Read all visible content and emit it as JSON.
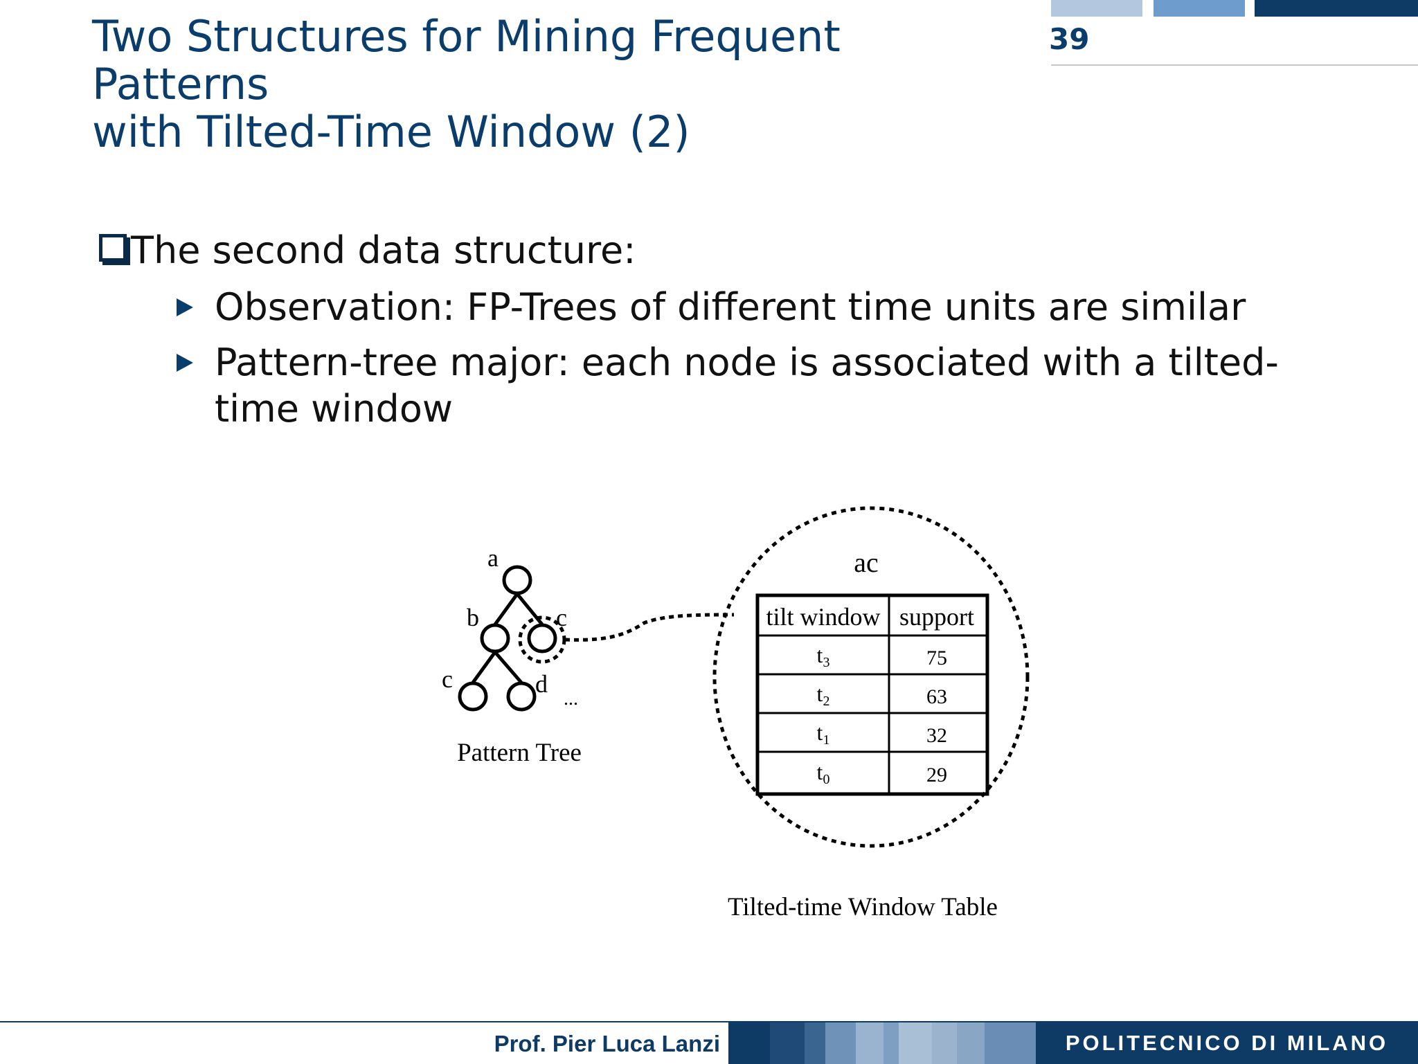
{
  "header": {
    "title_line1": "Two Structures for Mining Frequent Patterns",
    "title_line2": "with Tilted-Time Window (2)",
    "page_number": "39"
  },
  "content": {
    "main_bullet": "The second data structure:",
    "sub_bullets": [
      "Observation: FP-Trees of different time units are similar",
      "Pattern-tree major: each node is associated with a tilted-time window"
    ]
  },
  "diagram": {
    "tree_nodes": [
      "a",
      "b",
      "c",
      "c",
      "d"
    ],
    "tree_ellipsis": "...",
    "tree_caption": "Pattern Tree",
    "window_label": "ac",
    "table_headers": [
      "tilt window",
      "support"
    ],
    "table_rows": [
      {
        "t": "t",
        "sub": "3",
        "support": "75"
      },
      {
        "t": "t",
        "sub": "2",
        "support": "63"
      },
      {
        "t": "t",
        "sub": "1",
        "support": "32"
      },
      {
        "t": "t",
        "sub": "0",
        "support": "29"
      }
    ],
    "table_caption": "Tilted-time Window Table"
  },
  "footer": {
    "author": "Prof. Pier Luca Lanzi",
    "institution": "POLITECNICO DI MILANO"
  },
  "colors": {
    "title": "#0a3d6b",
    "accent_dark": "#0e3a66"
  }
}
